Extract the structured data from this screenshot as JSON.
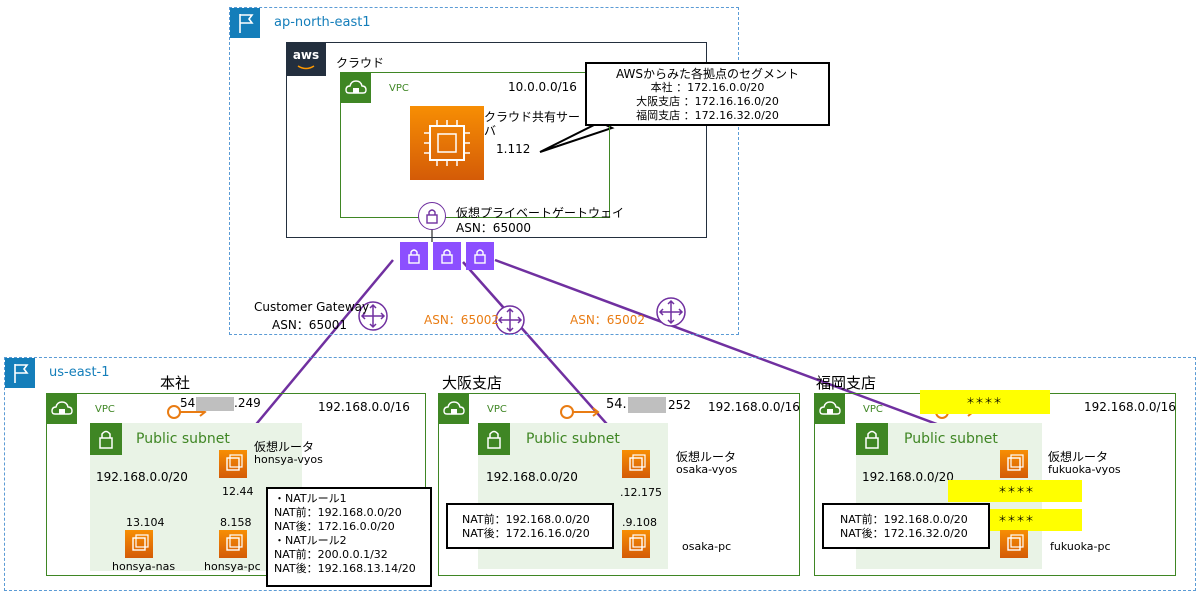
{
  "regions": {
    "ap": {
      "label": "ap-north-east1"
    },
    "us": {
      "label": "us-east-1"
    }
  },
  "cloud": {
    "label": "クラウド",
    "aws_logo": "aws",
    "vpc_tag": "VPC",
    "cidr": "10.0.0.0/16",
    "server_name": "クラウド共有サーバ",
    "server_ip": "1.112",
    "vpg_name": "仮想プライベートゲートウェイ",
    "vpg_asn": "ASN：65000",
    "callout": {
      "title": "AWSからみた各拠点のセグメント",
      "lines": [
        "本社 ：172.16.0.0/20",
        "大阪支店 ：172.16.16.0/20",
        "福岡支店 ：172.16.32.0/20"
      ]
    }
  },
  "customer_gateway": {
    "label": "Customer Gateway",
    "asn1": "ASN：65001",
    "asn2": "ASN：65002",
    "asn3": "ASN：65002"
  },
  "sites": {
    "honsya": {
      "title": "本社",
      "vpc_tag": "VPC",
      "cidr": "192.168.0.0/16",
      "public_ip_prefix": "54.",
      "public_ip_suffix": ".249",
      "subnet_label": "Public subnet",
      "subnet_cidr": "192.168.0.0/20",
      "router_label": "仮想ルータ",
      "router_name": "honsya-vyos",
      "router_ip": "12.44",
      "nas_ip": "13.104",
      "nas_name": "honsya-nas",
      "pc_ip": "8.158",
      "pc_name": "honsya-pc",
      "callout_lines": [
        "・NATルール1",
        "NAT前：192.168.0.0/20",
        "NAT後：172.16.0.0/20",
        "・NATルール2",
        "NAT前：200.0.0.1/32",
        "NAT後：192.168.13.14/20"
      ]
    },
    "osaka": {
      "title": "大阪支店",
      "vpc_tag": "VPC",
      "cidr": "192.168.0.0/16",
      "public_ip_prefix": "54.",
      "public_ip_suffix": "252",
      "subnet_label": "Public subnet",
      "subnet_cidr": "192.168.0.0/20",
      "router_label": "仮想ルータ",
      "router_name": "osaka-vyos",
      "router_ip": ".12.175",
      "pc_ip": ".9.108",
      "pc_name": "osaka-pc",
      "callout_lines": [
        "NAT前：192.168.0.0/20",
        "NAT後：172.16.16.0/20"
      ]
    },
    "fukuoka": {
      "title": "福岡支店",
      "vpc_tag": "VPC",
      "cidr": "192.168.0.0/16",
      "public_ip_mask": "＊＊＊＊",
      "subnet_label": "Public subnet",
      "subnet_cidr": "192.168.0.0/20",
      "router_label": "仮想ルータ",
      "router_name": "fukuoka-vyos",
      "router_ip_mask": "＊＊＊＊",
      "pc_ip_mask": "＊＊＊＊",
      "pc_name": "fukuoka-pc",
      "callout_lines": [
        "NAT前：192.168.0.0/20",
        "NAT後：172.16.32.0/20"
      ]
    }
  },
  "colors": {
    "region_border": "#5b9bd5",
    "vpc_green": "#3f8624",
    "ec2_orange": "#e8710a",
    "vpn_purple": "#7030a0"
  },
  "icons": {
    "region": "flag-icon",
    "vpc": "cloud-lock-icon",
    "subnet": "lock-icon",
    "ec2": "ec2-instance-icon",
    "vpn": "vpn-connection-icon",
    "cgw": "customer-gateway-icon",
    "igw": "internet-gateway-icon"
  }
}
